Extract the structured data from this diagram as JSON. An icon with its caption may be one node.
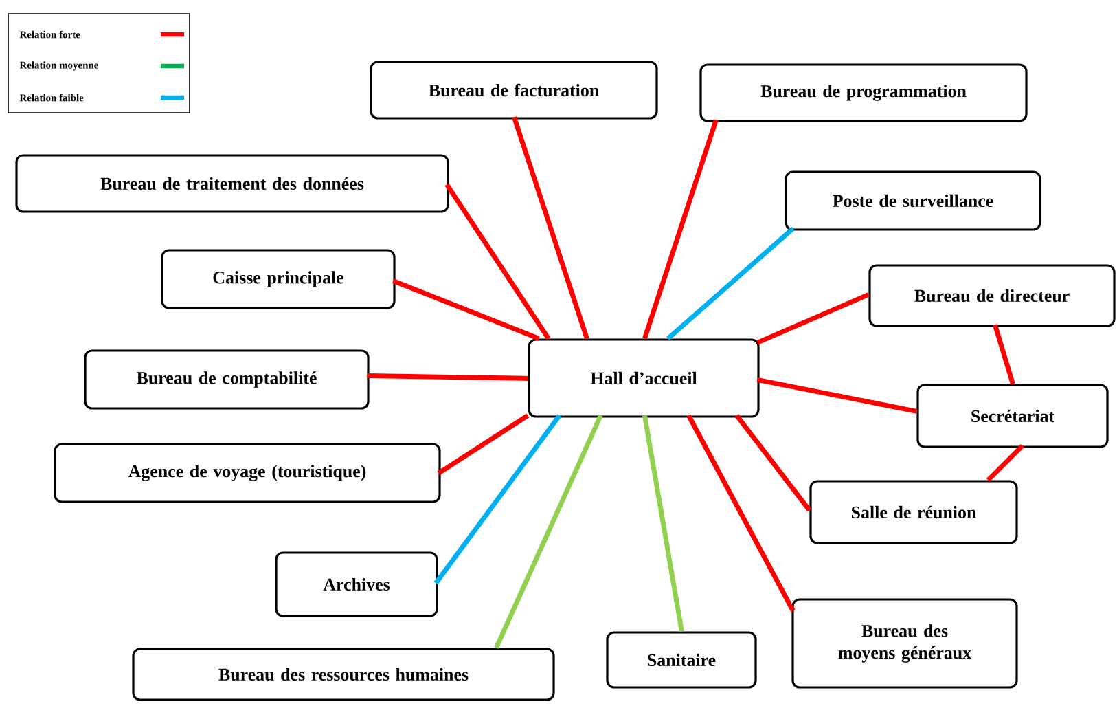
{
  "diagram": {
    "nodes": [
      {
        "text": [
          "Hall d’accueil"
        ]
      },
      {
        "text": [
          "Bureau de facturation"
        ]
      },
      {
        "text": [
          "Bureau de programmation"
        ]
      },
      {
        "text": [
          "Bureau de traitement des données"
        ]
      },
      {
        "text": [
          "Poste de surveillance"
        ]
      },
      {
        "text": [
          "Caisse principale"
        ]
      },
      {
        "text": [
          "Bureau de directeur"
        ]
      },
      {
        "text": [
          "Bureau de comptabilité"
        ]
      },
      {
        "text": [
          "Secrétariat"
        ]
      },
      {
        "text": [
          "Agence de voyage (touristique)"
        ]
      },
      {
        "text": [
          "Salle de réunion"
        ]
      },
      {
        "text": [
          "Archives"
        ]
      },
      {
        "text": [
          "Bureau des moyens généraux"
        ]
      },
      {
        "text": [
          "Bureau des ressources humaines"
        ]
      },
      {
        "text": [
          "Sanitaire"
        ]
      }
    ],
    "edges": [
      {
        "from": 0,
        "to": 1,
        "arrow": "none"
      },
      {
        "from": 0,
        "to": 2,
        "arrow": "none"
      },
      {
        "from": 0,
        "to": 3,
        "arrow": "none"
      },
      {
        "from": 0,
        "to": 4,
        "arrow": "none",
        "color": "#00b0f0"
      },
      {
        "from": 0,
        "to": 5,
        "arrow": "none"
      },
      {
        "from": 0,
        "to": 6,
        "arrow": "none"
      },
      {
        "from": 0,
        "to": 7,
        "arrow": "none"
      },
      {
        "from": 0,
        "to": 8,
        "arrow": "none"
      },
      {
        "from": 0,
        "to": 9,
        "arrow": "none"
      },
      {
        "from": 0,
        "to": 10,
        "arrow": "none"
      },
      {
        "from": 0,
        "to": 11,
        "arrow": "none",
        "color": "#00b0f0"
      },
      {
        "from": 0,
        "to": 12,
        "arrow": "none"
      },
      {
        "from": 0,
        "to": 13,
        "arrow": "none",
        "color": "#92d050"
      },
      {
        "from": 0,
        "to": 14,
        "arrow": "none",
        "color": "#92d050"
      },
      {
        "from": 6,
        "to": 8,
        "arrow": "none"
      },
      {
        "from": 8,
        "to": 10,
        "arrow": "none"
      }
    ],
    "legend": [
      {
        "text": "Relation forte",
        "color": "#ff0000"
      },
      {
        "text": "Relation moyenne",
        "color": "#00b050"
      },
      {
        "text": "Relation faible",
        "color": "#00b0f0"
      }
    ]
  }
}
